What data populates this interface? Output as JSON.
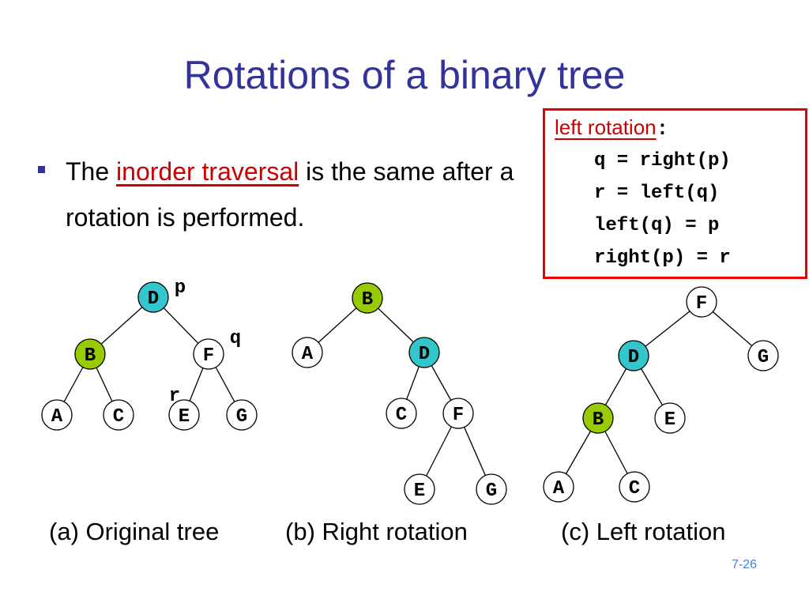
{
  "slide": {
    "title": "Rotations of a binary tree",
    "bullet": {
      "pre": "The ",
      "highlight": "inorder traversal",
      "post": " is the same after a rotation is performed."
    },
    "code_box": {
      "heading": "left rotation",
      "colon": ":",
      "lines": [
        "q = right(p)",
        "r = left(q)",
        "left(q) = p",
        "right(p) = r"
      ]
    },
    "captions": [
      "(a) Original tree",
      "(b) Right rotation",
      "(c) Left rotation"
    ],
    "page_number": "7-26"
  },
  "trees": {
    "original": {
      "nodes": [
        {
          "label": "D",
          "color": "teal"
        },
        {
          "label": "B",
          "color": "green"
        },
        {
          "label": "F",
          "color": "white"
        },
        {
          "label": "A",
          "color": "white"
        },
        {
          "label": "C",
          "color": "white"
        },
        {
          "label": "E",
          "color": "white"
        },
        {
          "label": "G",
          "color": "white"
        }
      ],
      "pointer_labels": [
        "p",
        "q",
        "r"
      ]
    },
    "right_rotation": {
      "nodes": [
        {
          "label": "B",
          "color": "green"
        },
        {
          "label": "A",
          "color": "white"
        },
        {
          "label": "D",
          "color": "teal"
        },
        {
          "label": "C",
          "color": "white"
        },
        {
          "label": "F",
          "color": "white"
        },
        {
          "label": "E",
          "color": "white"
        },
        {
          "label": "G",
          "color": "white"
        }
      ]
    },
    "left_rotation": {
      "nodes": [
        {
          "label": "F",
          "color": "white"
        },
        {
          "label": "D",
          "color": "teal"
        },
        {
          "label": "G",
          "color": "white"
        },
        {
          "label": "B",
          "color": "green"
        },
        {
          "label": "E",
          "color": "white"
        },
        {
          "label": "A",
          "color": "white"
        },
        {
          "label": "C",
          "color": "white"
        }
      ]
    }
  },
  "colors": {
    "title": "#333399",
    "highlight": "#cc0000",
    "box_border": "#e60000",
    "teal_node": "#33c6cc",
    "green_node": "#99cc00",
    "page_number": "#4a7fd6"
  }
}
